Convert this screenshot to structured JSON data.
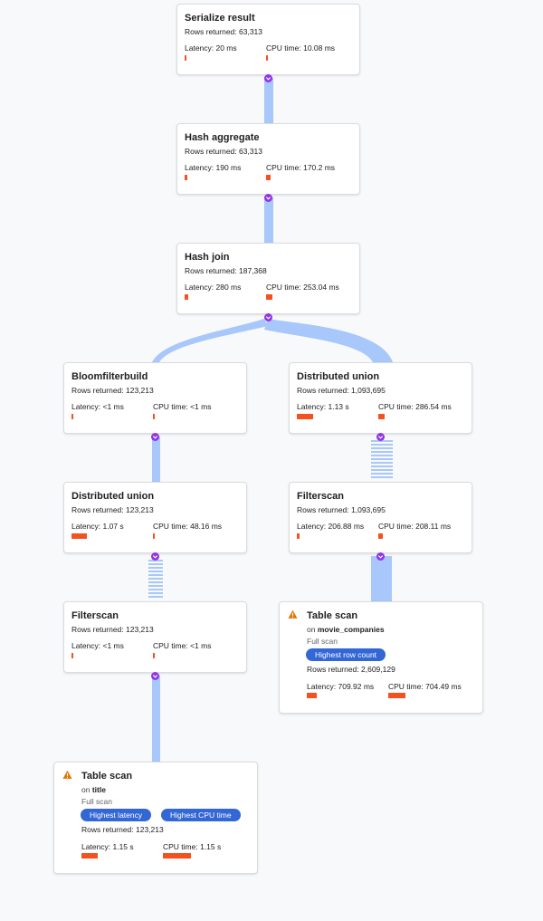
{
  "nodes": {
    "serialize_result": {
      "title": "Serialize result",
      "rows": "Rows returned: 63,313",
      "latency": "Latency: 20 ms",
      "cpu": "CPU time: 10.08 ms"
    },
    "hash_aggregate": {
      "title": "Hash aggregate",
      "rows": "Rows returned: 63,313",
      "latency": "Latency: 190 ms",
      "cpu": "CPU time: 170.2 ms"
    },
    "hash_join": {
      "title": "Hash join",
      "rows": "Rows returned: 187,368",
      "latency": "Latency: 280 ms",
      "cpu": "CPU time: 253.04 ms"
    },
    "bloomfilterbuild": {
      "title": "Bloomfilterbuild",
      "rows": "Rows returned: 123,213",
      "latency": "Latency: <1 ms",
      "cpu": "CPU time: <1 ms"
    },
    "distributed_union_left": {
      "title": "Distributed union",
      "rows": "Rows returned: 123,213",
      "latency": "Latency: 1.07 s",
      "cpu": "CPU time: 48.16 ms"
    },
    "filterscan_left": {
      "title": "Filterscan",
      "rows": "Rows returned: 123,213",
      "latency": "Latency: <1 ms",
      "cpu": "CPU time: <1 ms"
    },
    "table_scan_title": {
      "title": "Table scan",
      "on_prefix": "on",
      "on_table": "title",
      "scan": "Full scan",
      "chips": [
        "Highest latency",
        "Highest CPU time"
      ],
      "rows": "Rows returned: 123,213",
      "latency": "Latency: 1.15 s",
      "cpu": "CPU time: 1.15 s"
    },
    "distributed_union_right": {
      "title": "Distributed union",
      "rows": "Rows returned: 1,093,695",
      "latency": "Latency: 1.13 s",
      "cpu": "CPU time: 286.54 ms"
    },
    "filterscan_right": {
      "title": "Filterscan",
      "rows": "Rows returned: 1,093,695",
      "latency": "Latency: 206.88 ms",
      "cpu": "CPU time: 208.11 ms"
    },
    "table_scan_movie_companies": {
      "title": "Table scan",
      "on_prefix": "on",
      "on_table": "movie_companies",
      "scan": "Full scan",
      "chips": [
        "Highest row count"
      ],
      "rows": "Rows returned: 2,609,129",
      "latency": "Latency: 709.92 ms",
      "cpu": "CPU time: 704.49 ms"
    }
  },
  "colors": {
    "bar": "#f4511e",
    "edge": "#a8c7fa",
    "expand": "#9334e6",
    "chip": "#3367d6",
    "warning": "#e37400"
  },
  "icons": [
    "warning-icon",
    "expand-chevron-icon"
  ]
}
